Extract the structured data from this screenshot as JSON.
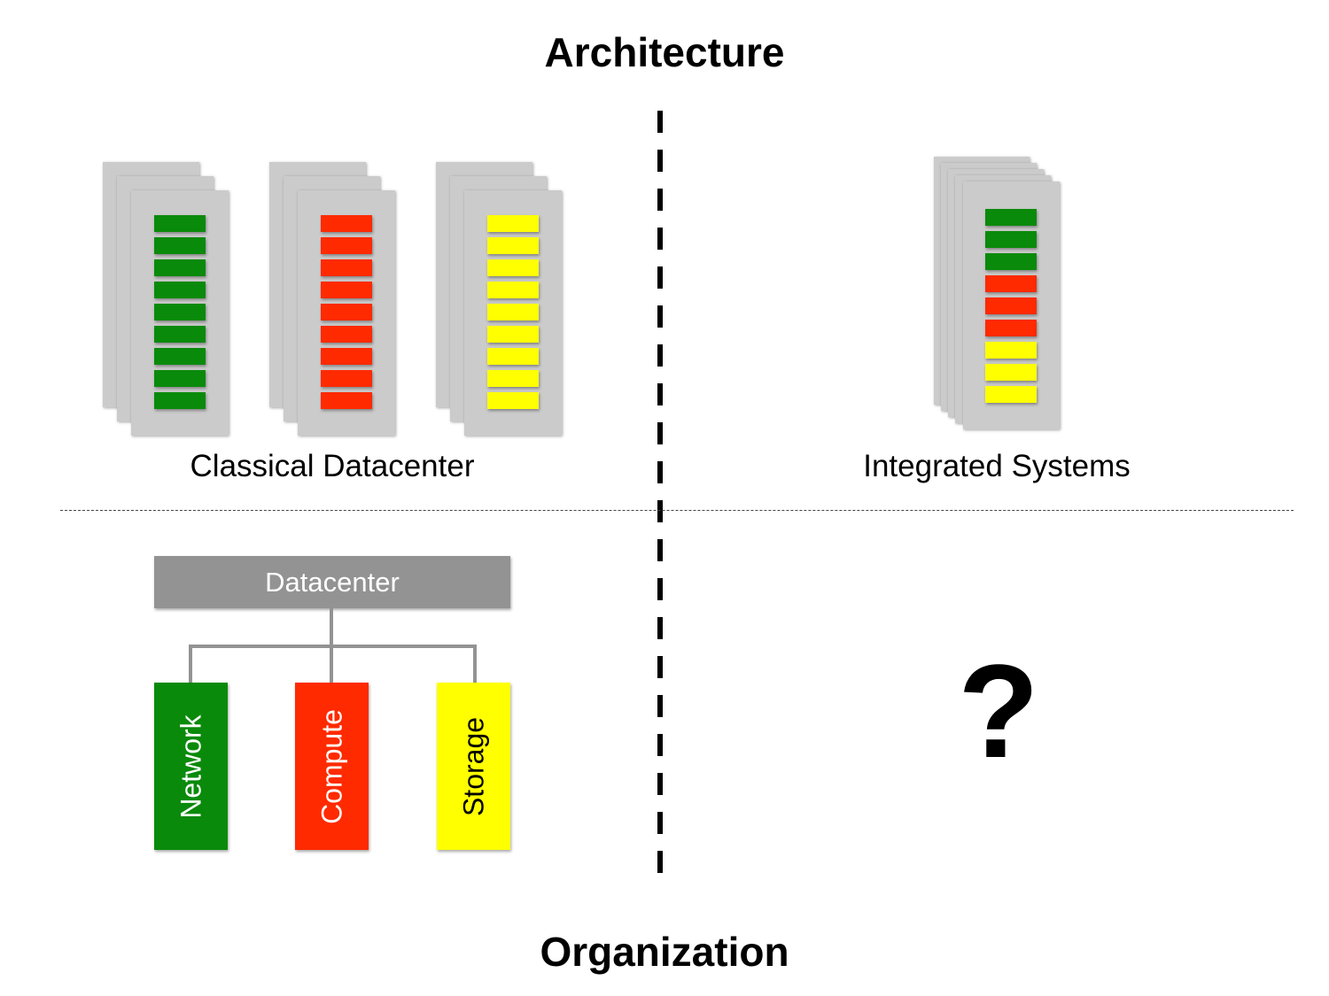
{
  "titles": {
    "top": "Architecture",
    "bottom": "Organization"
  },
  "quadrants": {
    "classical": {
      "caption": "Classical Datacenter"
    },
    "integrated": {
      "caption": "Integrated Systems"
    },
    "org_unknown": {
      "symbol": "?"
    }
  },
  "org_chart": {
    "root": "Datacenter",
    "departments": [
      "Network",
      "Compute",
      "Storage"
    ]
  },
  "colors": {
    "network": "#0a8a0a",
    "compute": "#ff2a00",
    "storage": "#ffff00",
    "rack": "#cbcbcb",
    "org_box": "#939393"
  }
}
